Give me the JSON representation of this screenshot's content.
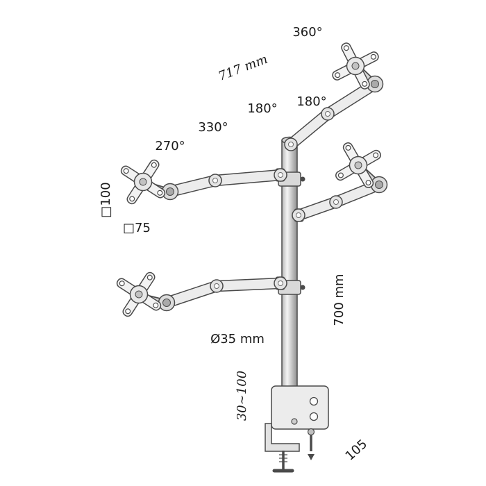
{
  "colors": {
    "line": "#4a4a4a",
    "metal_light": "#ececec",
    "metal_mid": "#d9d9d9",
    "background": "#ffffff",
    "text": "#1a1a1a"
  },
  "labels": {
    "rotation_360": "360°",
    "arm_length": "717 mm",
    "rotation_180_left": "180°",
    "rotation_180_right": "180°",
    "rotation_330": "330°",
    "rotation_270": "270°",
    "vesa_size_100": "□100",
    "vesa_size_75": "□75",
    "pole_diameter": "Ø35 mm",
    "pole_height": "700 mm",
    "clamp_range": "30~100",
    "base_depth": "105"
  }
}
